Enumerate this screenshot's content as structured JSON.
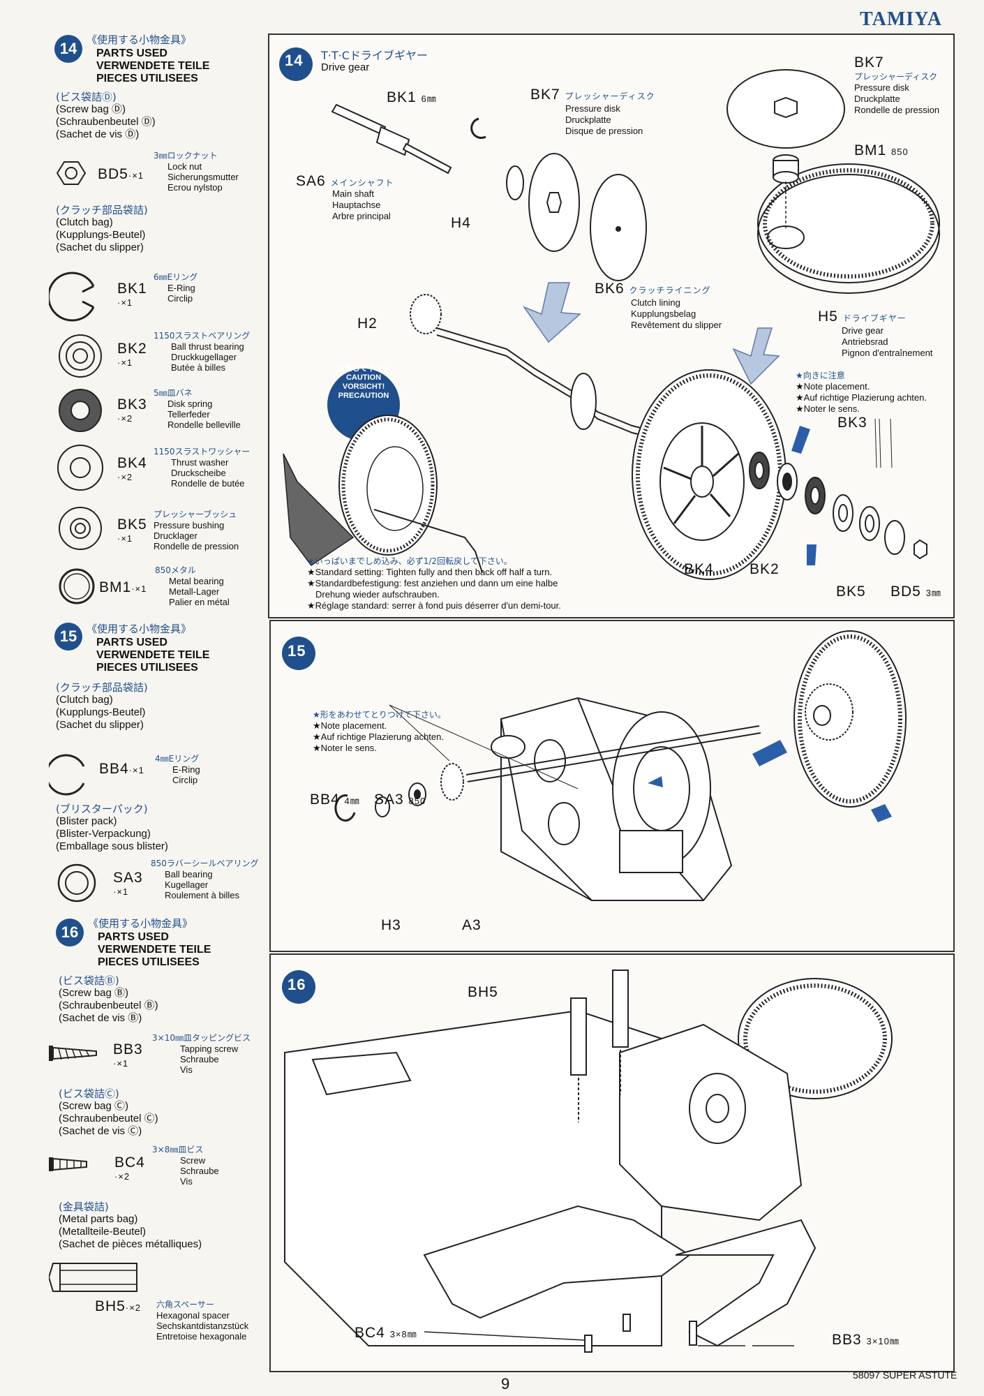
{
  "brand": "TAMIYA",
  "left": {
    "s14": {
      "num": "14",
      "jp_title": "《使用する小物金具》",
      "en": "PARTS USED",
      "de": "VERWENDETE TEILE",
      "fr": "PIECES UTILISEES",
      "bagD_jp": "(ビス袋詰Ⓓ)",
      "bagD_en": "(Screw bag Ⓓ)",
      "bagD_de": "(Schraubenbeutel Ⓓ)",
      "bagD_fr": "(Sachet de vis Ⓓ)",
      "bd5": {
        "code": "BD5",
        "qty": "·×1",
        "jp": "3㎜ロックナット",
        "en": "Lock nut",
        "de": "Sicherungsmutter",
        "fr": "Ecrou nylstop"
      },
      "clutch_jp": "(クラッチ部品袋詰)",
      "clutch_en": "(Clutch bag)",
      "clutch_de": "(Kupplungs-Beutel)",
      "clutch_fr": "(Sachet du slipper)",
      "bk1": {
        "code": "BK1",
        "qty": "·×1",
        "jp": "6㎜Eリング",
        "en": "E-Ring",
        "fr": "Circlip"
      },
      "bk2": {
        "code": "BK2",
        "qty": "·×1",
        "jp": "1150スラストベアリング",
        "en": "Ball thrust bearing",
        "de": "Druckkugellager",
        "fr": "Butée à billes"
      },
      "bk3": {
        "code": "BK3",
        "qty": "·×2",
        "jp": "5㎜皿バネ",
        "en": "Disk spring",
        "de": "Tellerfeder",
        "fr": "Rondelle belleville"
      },
      "bk4": {
        "code": "BK4",
        "qty": "·×2",
        "jp": "1150スラストワッシャー",
        "en": "Thrust washer",
        "de": "Druckscheibe",
        "fr": "Rondelle de butée"
      },
      "bk5": {
        "code": "BK5",
        "qty": "·×1",
        "jp": "プレッシャーブッシュ",
        "en": "Pressure bushing",
        "de": "Drucklager",
        "fr": "Rondelle de pression"
      },
      "bm1": {
        "code": "BM1",
        "qty": "·×1",
        "jp": "850メタル",
        "en": "Metal bearing",
        "de": "Metall-Lager",
        "fr": "Palier en métal"
      }
    },
    "s15": {
      "num": "15",
      "jp_title": "《使用する小物金具》",
      "en": "PARTS USED",
      "de": "VERWENDETE TEILE",
      "fr": "PIECES UTILISEES",
      "clutch_jp": "(クラッチ部品袋詰)",
      "clutch_en": "(Clutch bag)",
      "clutch_de": "(Kupplungs-Beutel)",
      "clutch_fr": "(Sachet du slipper)",
      "bb4": {
        "code": "BB4",
        "qty": "·×1",
        "jp": "4㎜Eリング",
        "en": "E-Ring",
        "fr": "Circlip"
      },
      "blister_jp": "(ブリスターパック)",
      "blister_en": "(Blister pack)",
      "blister_de": "(Blister-Verpackung)",
      "blister_fr": "(Emballage sous blister)",
      "sa3": {
        "code": "SA3",
        "qty": "·×1",
        "jp": "850ラバーシールベアリング",
        "en": "Ball bearing",
        "de": "Kugellager",
        "fr": "Roulement à billes"
      }
    },
    "s16": {
      "num": "16",
      "jp_title": "《使用する小物金具》",
      "en": "PARTS USED",
      "de": "VERWENDETE TEILE",
      "fr": "PIECES UTILISEES",
      "bagB_jp": "(ビス袋詰Ⓑ)",
      "bagB_en": "(Screw bag Ⓑ)",
      "bagB_de": "(Schraubenbeutel Ⓑ)",
      "bagB_fr": "(Sachet de vis Ⓑ)",
      "bb3": {
        "code": "BB3",
        "qty": "·×1",
        "jp": "3×10㎜皿タッピングビス",
        "en": "Tapping screw",
        "de": "Schraube",
        "fr": "Vis"
      },
      "bagC_jp": "(ビス袋詰Ⓒ)",
      "bagC_en": "(Screw bag Ⓒ)",
      "bagC_de": "(Schraubenbeutel Ⓒ)",
      "bagC_fr": "(Sachet de vis Ⓒ)",
      "bc4": {
        "code": "BC4",
        "qty": "·×2",
        "jp": "3×8㎜皿ビス",
        "en": "Screw",
        "de": "Schraube",
        "fr": "Vis"
      },
      "metal_jp": "(金具袋詰)",
      "metal_en": "(Metal parts bag)",
      "metal_de": "(Metallteile-Beutel)",
      "metal_fr": "(Sachet de pièces métalliques)",
      "bh5": {
        "code": "BH5",
        "qty": "·×2",
        "jp": "六角スペーサー",
        "en": "Hexagonal spacer",
        "de": "Sechskantdistanzstück",
        "fr": "Entretoise hexagonale"
      }
    }
  },
  "p14": {
    "num": "14",
    "title_jp": "T·T·Cドライブギヤー",
    "title_en": "Drive gear",
    "bk1": "BK1",
    "bk1_size": "6㎜",
    "bk7": "BK7",
    "bk7_jp": "プレッシャーディスク",
    "bk7_en": "Pressure disk",
    "bk7_de": "Druckplatte",
    "bk7_fr": "Disque de pression",
    "sa6": "SA6",
    "sa6_jp": "メインシャフト",
    "sa6_en": "Main shaft",
    "sa6_de": "Hauptachse",
    "sa6_fr": "Arbre principal",
    "h4": "H4",
    "bk6": "BK6",
    "bk6_jp": "クラッチライニング",
    "bk6_en": "Clutch lining",
    "bk6_de": "Kupplungsbelag",
    "bk6_fr": "Revêtement du slipper",
    "bk7b": "BK7",
    "bk7b_jp": "プレッシャーディスク",
    "bk7b_en": "Pressure disk",
    "bk7b_de": "Druckplatte",
    "bk7b_fr": "Rondelle de pression",
    "bm1": "BM1",
    "bm1_size": "850",
    "h5": "H5",
    "h5_jp": "ドライブギヤー",
    "h5_en": "Drive gear",
    "h5_de": "Antriebsrad",
    "h5_fr": "Pignon d'entraînement",
    "h2": "H2",
    "caution_jp": "注意して下さい",
    "caution_en": "CAUTION",
    "caution_de": "VORSICHT!",
    "caution_fr": "PRECAUTION",
    "orient_jp": "★向きに注意",
    "orient_en": "★Note placement.",
    "orient_de": "★Auf richtige Plazierung achten.",
    "orient_fr": "★Noter le sens.",
    "bk3": "BK3",
    "bk4": "BK4",
    "bk2": "BK2",
    "bk5": "BK5",
    "bd5": "BD5",
    "bd5_size": "3㎜",
    "std_jp": "★いっぱいまでしめ込み、必ず1/2回転戻して下さい。",
    "std_en": "★Standard setting: Tighten fully and then back off half a turn.",
    "std_de1": "★Standardbefestigung: fest anziehen und dann um eine halbe",
    "std_de2": "Drehung wieder aufschrauben.",
    "std_fr": "★Réglage standard: serrer à fond puis déserrer d'un demi-tour."
  },
  "p15": {
    "num": "15",
    "note_jp": "★形をあわせてとりつけて下さい。",
    "note_en": "★Note placement.",
    "note_de": "★Auf richtige Plazierung achten.",
    "note_fr": "★Noter le sens.",
    "bb4": "BB4",
    "bb4_size": "4㎜",
    "sa3": "SA3",
    "sa3_size": "850",
    "h3": "H3",
    "a3": "A3"
  },
  "p16": {
    "num": "16",
    "bh5": "BH5",
    "bc4": "BC4",
    "bc4_size": "3×8㎜",
    "bb3": "BB3",
    "bb3_size": "3×10㎜"
  },
  "footer": {
    "page": "9",
    "kit": "58097 SUPER ASTUTE"
  }
}
